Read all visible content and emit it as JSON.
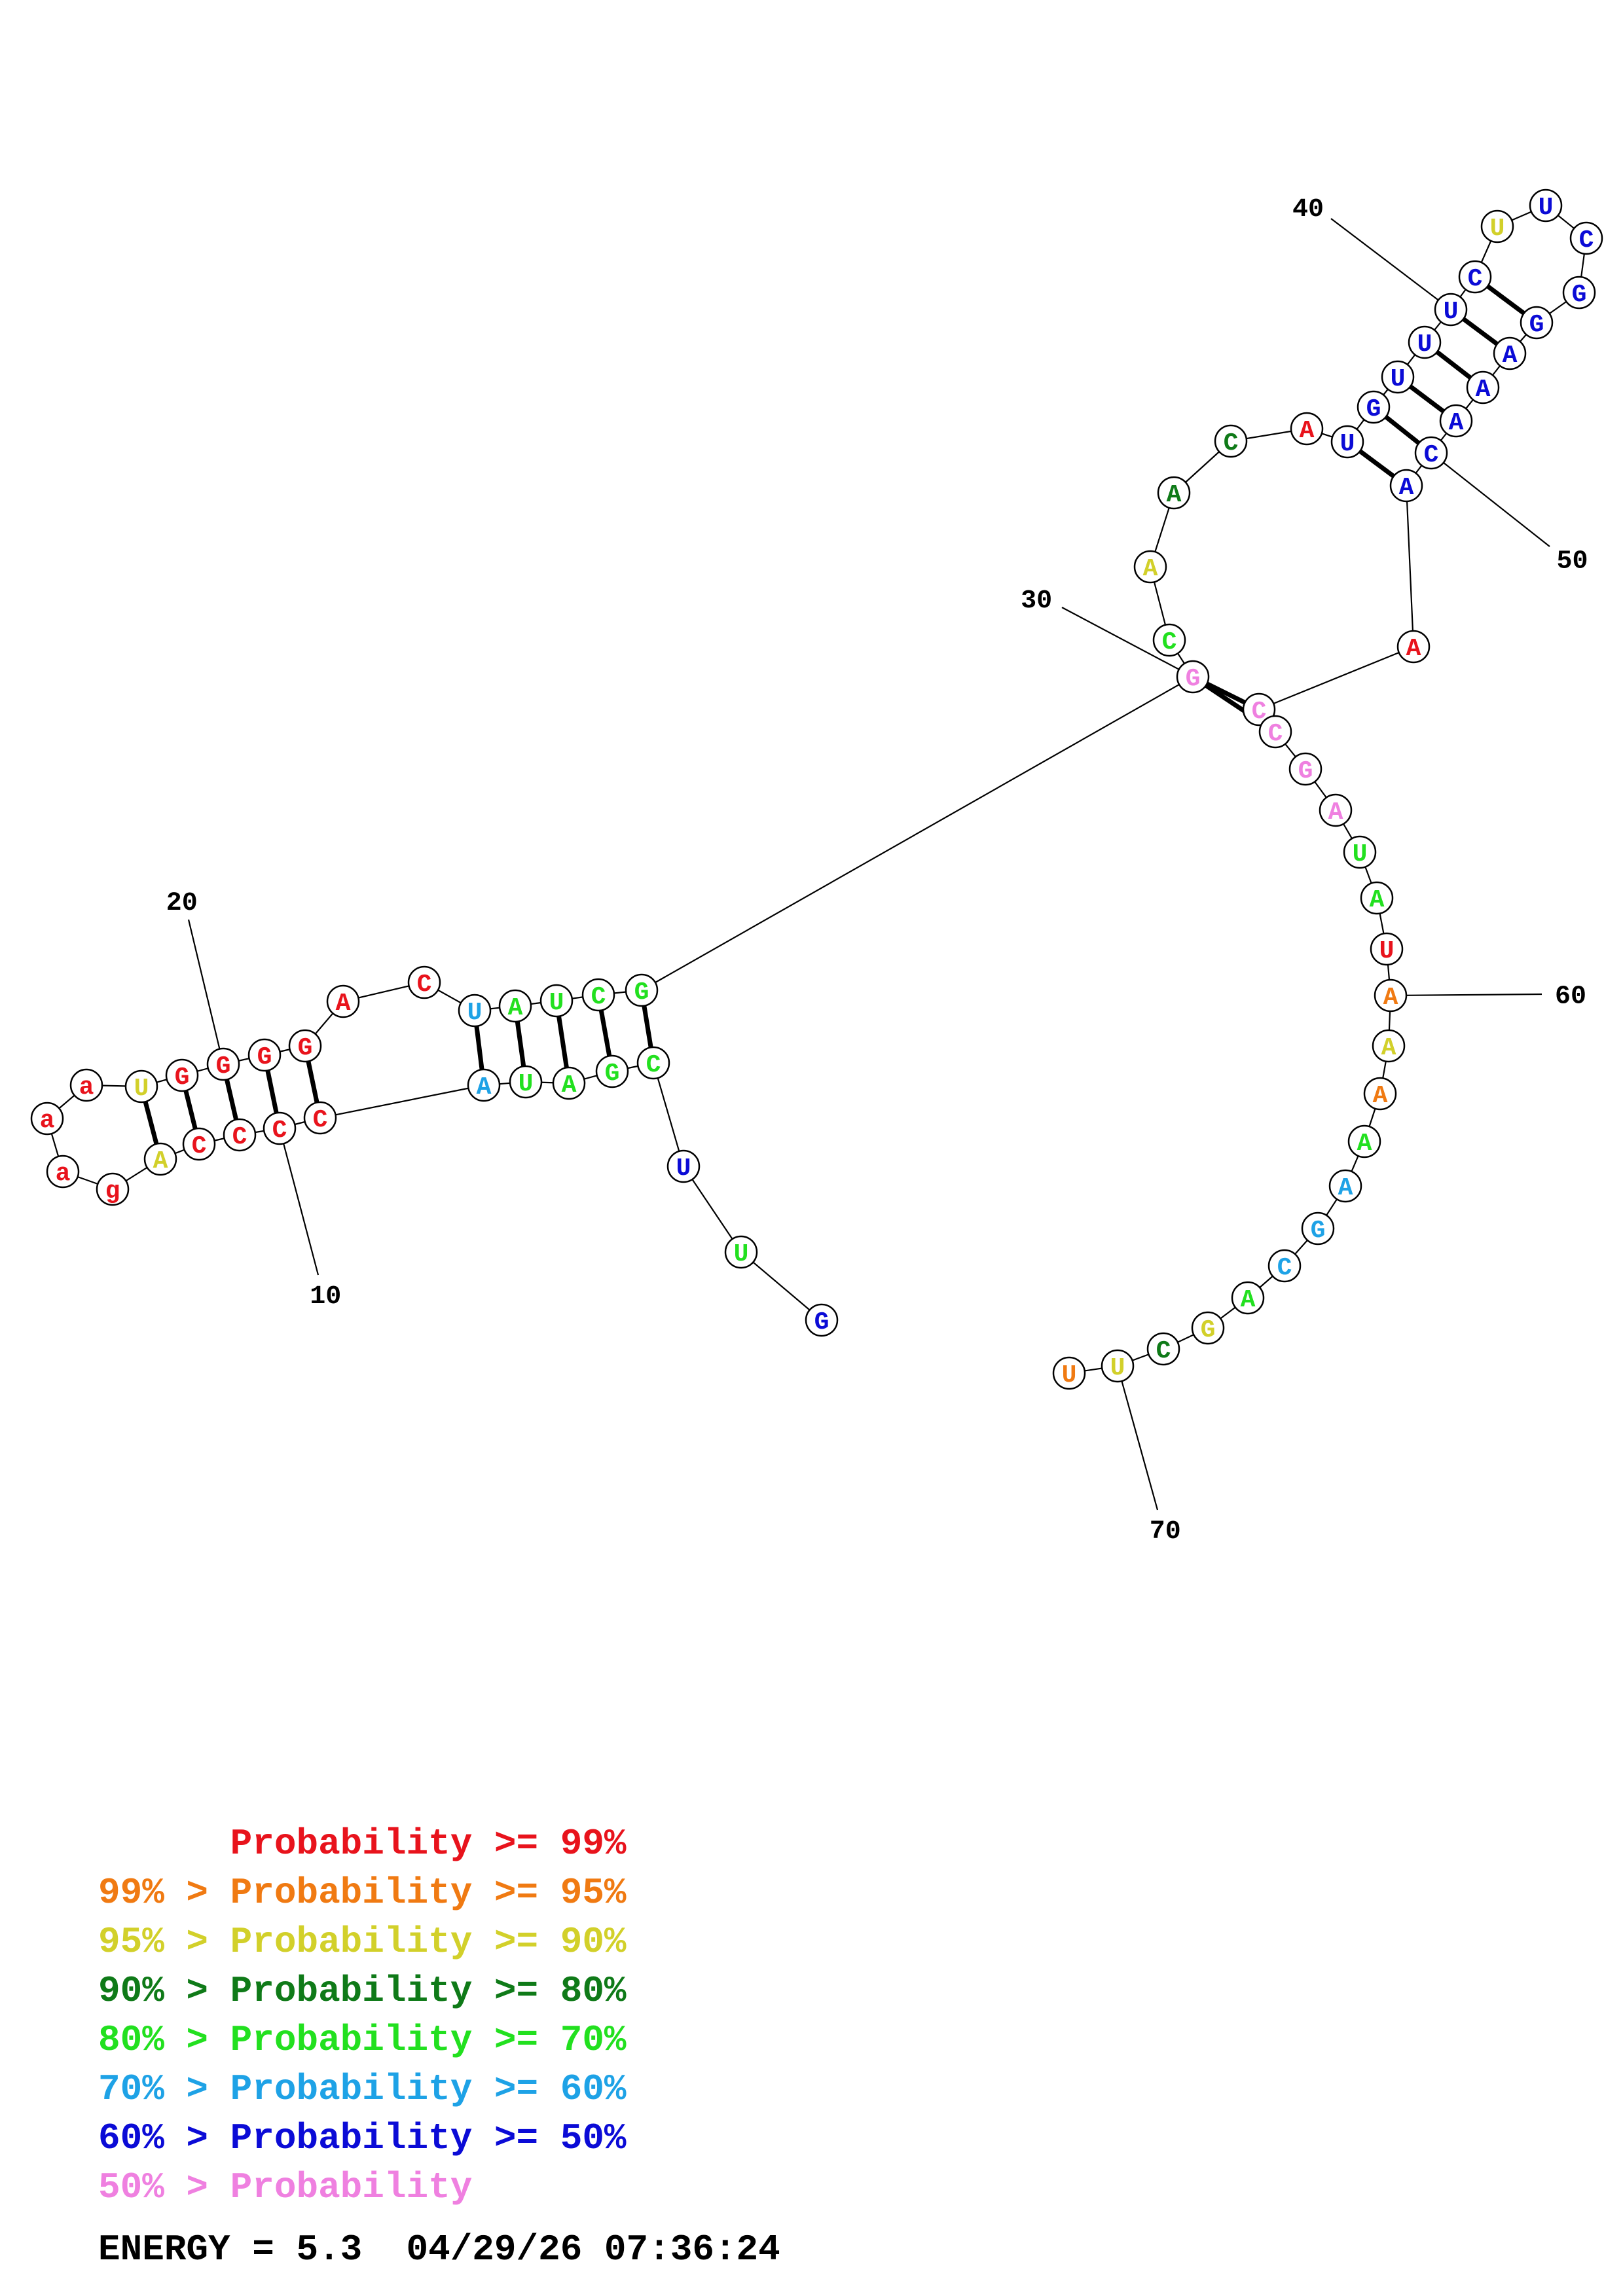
{
  "colors": {
    "p99": "#e8131c",
    "p95": "#f07a12",
    "p90": "#d2d02a",
    "p80": "#0f7a18",
    "p70": "#22e01f",
    "p60": "#1ea2e6",
    "p50": "#0b0bd6",
    "plow": "#ef80e0"
  },
  "nucleotides": [
    {
      "n": 1,
      "b": "G",
      "c": "p50"
    },
    {
      "n": 2,
      "b": "U",
      "c": "p70"
    },
    {
      "n": 3,
      "b": "U",
      "c": "p50"
    },
    {
      "n": 4,
      "b": "C",
      "c": "p70"
    },
    {
      "n": 5,
      "b": "G",
      "c": "p70"
    },
    {
      "n": 6,
      "b": "A",
      "c": "p70"
    },
    {
      "n": 7,
      "b": "U",
      "c": "p70"
    },
    {
      "n": 8,
      "b": "A",
      "c": "p60"
    },
    {
      "n": 9,
      "b": "C",
      "c": "p99"
    },
    {
      "n": 10,
      "b": "C",
      "c": "p99"
    },
    {
      "n": 11,
      "b": "C",
      "c": "p99"
    },
    {
      "n": 12,
      "b": "C",
      "c": "p99"
    },
    {
      "n": 13,
      "b": "A",
      "c": "p90"
    },
    {
      "n": 14,
      "b": "g",
      "c": "p99"
    },
    {
      "n": 15,
      "b": "a",
      "c": "p99"
    },
    {
      "n": 16,
      "b": "a",
      "c": "p99"
    },
    {
      "n": 17,
      "b": "a",
      "c": "p99"
    },
    {
      "n": 18,
      "b": "U",
      "c": "p90"
    },
    {
      "n": 19,
      "b": "G",
      "c": "p99"
    },
    {
      "n": 20,
      "b": "G",
      "c": "p99"
    },
    {
      "n": 21,
      "b": "G",
      "c": "p99"
    },
    {
      "n": 22,
      "b": "G",
      "c": "p99"
    },
    {
      "n": 23,
      "b": "A",
      "c": "p99"
    },
    {
      "n": 24,
      "b": "C",
      "c": "p99"
    },
    {
      "n": 25,
      "b": "U",
      "c": "p60"
    },
    {
      "n": 26,
      "b": "A",
      "c": "p70"
    },
    {
      "n": 27,
      "b": "U",
      "c": "p70"
    },
    {
      "n": 28,
      "b": "C",
      "c": "p70"
    },
    {
      "n": 29,
      "b": "G",
      "c": "p70"
    },
    {
      "n": 30,
      "b": "G",
      "c": "plow"
    },
    {
      "n": 31,
      "b": "C",
      "c": "p70"
    },
    {
      "n": 32,
      "b": "A",
      "c": "p90"
    },
    {
      "n": 33,
      "b": "A",
      "c": "p80"
    },
    {
      "n": 34,
      "b": "C",
      "c": "p80"
    },
    {
      "n": 35,
      "b": "A",
      "c": "p99"
    },
    {
      "n": 36,
      "b": "U",
      "c": "p50"
    },
    {
      "n": 37,
      "b": "G",
      "c": "p50"
    },
    {
      "n": 38,
      "b": "U",
      "c": "p50"
    },
    {
      "n": 39,
      "b": "U",
      "c": "p50"
    },
    {
      "n": 40,
      "b": "U",
      "c": "p50"
    },
    {
      "n": 41,
      "b": "C",
      "c": "p50"
    },
    {
      "n": 42,
      "b": "U",
      "c": "p90"
    },
    {
      "n": 43,
      "b": "U",
      "c": "p50"
    },
    {
      "n": 44,
      "b": "C",
      "c": "p50"
    },
    {
      "n": 45,
      "b": "G",
      "c": "p50"
    },
    {
      "n": 46,
      "b": "G",
      "c": "p50"
    },
    {
      "n": 47,
      "b": "A",
      "c": "p50"
    },
    {
      "n": 48,
      "b": "A",
      "c": "p50"
    },
    {
      "n": 49,
      "b": "A",
      "c": "p50"
    },
    {
      "n": 50,
      "b": "C",
      "c": "p50"
    },
    {
      "n": 51,
      "b": "A",
      "c": "p50"
    },
    {
      "n": 52,
      "b": "A",
      "c": "p99"
    },
    {
      "n": 53,
      "b": "C",
      "c": "plow"
    },
    {
      "n": 54,
      "b": "C",
      "c": "plow"
    },
    {
      "n": 55,
      "b": "G",
      "c": "plow"
    },
    {
      "n": 56,
      "b": "A",
      "c": "plow"
    },
    {
      "n": 57,
      "b": "U",
      "c": "p70"
    },
    {
      "n": 58,
      "b": "A",
      "c": "p70"
    },
    {
      "n": 59,
      "b": "U",
      "c": "p99"
    },
    {
      "n": 60,
      "b": "A",
      "c": "p95"
    },
    {
      "n": 61,
      "b": "A",
      "c": "p90"
    },
    {
      "n": 62,
      "b": "A",
      "c": "p95"
    },
    {
      "n": 63,
      "b": "A",
      "c": "p70"
    },
    {
      "n": 64,
      "b": "A",
      "c": "p60"
    },
    {
      "n": 65,
      "b": "G",
      "c": "p60"
    },
    {
      "n": 66,
      "b": "C",
      "c": "p60"
    },
    {
      "n": 67,
      "b": "A",
      "c": "p70"
    },
    {
      "n": 68,
      "b": "G",
      "c": "p90"
    },
    {
      "n": 69,
      "b": "C",
      "c": "p80"
    },
    {
      "n": 70,
      "b": "U",
      "c": "p90"
    },
    {
      "n": 71,
      "b": "U",
      "c": "p95"
    }
  ],
  "pairs": [
    [
      8,
      25
    ],
    [
      7,
      26
    ],
    [
      6,
      27
    ],
    [
      5,
      28
    ],
    [
      4,
      29
    ],
    [
      9,
      22
    ],
    [
      10,
      21
    ],
    [
      11,
      20
    ],
    [
      12,
      19
    ],
    [
      13,
      18
    ],
    [
      30,
      53
    ],
    [
      30,
      54
    ],
    [
      36,
      51
    ],
    [
      37,
      50
    ],
    [
      38,
      49
    ],
    [
      39,
      48
    ],
    [
      40,
      47
    ],
    [
      41,
      46
    ]
  ],
  "position_labels": [
    {
      "n": 10,
      "text": "10"
    },
    {
      "n": 20,
      "text": "20"
    },
    {
      "n": 30,
      "text": "30"
    },
    {
      "n": 40,
      "text": "40"
    },
    {
      "n": 50,
      "text": "50"
    },
    {
      "n": 60,
      "text": "60"
    },
    {
      "n": 70,
      "text": "70"
    }
  ],
  "legend": [
    {
      "prefix": "",
      "text": "Probability >= 99%",
      "c": "p99"
    },
    {
      "prefix": "99% > ",
      "text": "Probability >= 95%",
      "c": "p95"
    },
    {
      "prefix": "95% > ",
      "text": "Probability >= 90%",
      "c": "p90"
    },
    {
      "prefix": "90% > ",
      "text": "Probability >= 80%",
      "c": "p80"
    },
    {
      "prefix": "80% > ",
      "text": "Probability >= 70%",
      "c": "p70"
    },
    {
      "prefix": "70% > ",
      "text": "Probability >= 60%",
      "c": "p60"
    },
    {
      "prefix": "60% > ",
      "text": "Probability >= 50%",
      "c": "p50"
    },
    {
      "prefix": "50% > ",
      "text": "Probability",
      "c": "plow"
    }
  ],
  "energy": {
    "text": "ENERGY = 5.3  04/29/26 07:36:24"
  }
}
